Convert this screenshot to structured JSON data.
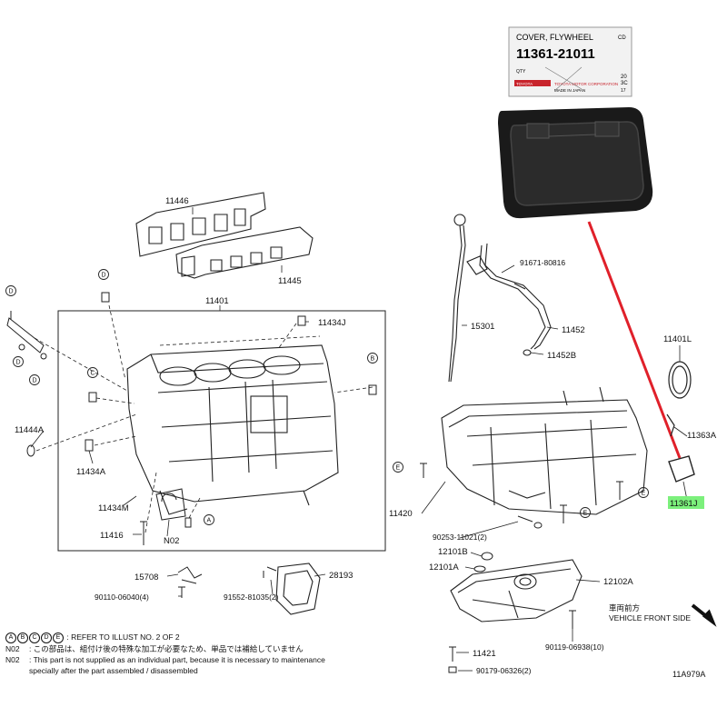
{
  "parts": [
    {
      "id": "p-11446",
      "num": "11446"
    },
    {
      "id": "p-11445",
      "num": "11445"
    },
    {
      "id": "p-11401",
      "num": "11401"
    },
    {
      "id": "p-11434j",
      "num": "11434J"
    },
    {
      "id": "p-11444a",
      "num": "11444A"
    },
    {
      "id": "p-11434a",
      "num": "11434A"
    },
    {
      "id": "p-11434m",
      "num": "11434M"
    },
    {
      "id": "p-11416",
      "num": "11416"
    },
    {
      "id": "p-n02",
      "num": "N02"
    },
    {
      "id": "p-15708",
      "num": "15708"
    },
    {
      "id": "p-90110",
      "num": "90110-06040(4)"
    },
    {
      "id": "p-91552",
      "num": "91552-81035(2)"
    },
    {
      "id": "p-28193",
      "num": "28193"
    },
    {
      "id": "p-91671",
      "num": "91671-80816"
    },
    {
      "id": "p-15301",
      "num": "15301"
    },
    {
      "id": "p-11452",
      "num": "11452"
    },
    {
      "id": "p-11452b",
      "num": "11452B"
    },
    {
      "id": "p-11401l",
      "num": "11401L"
    },
    {
      "id": "p-11363a",
      "num": "11363A"
    },
    {
      "id": "p-11361j",
      "num": "11361J"
    },
    {
      "id": "p-11420",
      "num": "11420"
    },
    {
      "id": "p-90253",
      "num": "90253-11021(2)"
    },
    {
      "id": "p-12101b",
      "num": "12101B"
    },
    {
      "id": "p-12101a",
      "num": "12101A"
    },
    {
      "id": "p-12102a",
      "num": "12102A"
    },
    {
      "id": "p-90119",
      "num": "90119-06938(10)"
    },
    {
      "id": "p-11421",
      "num": "11421"
    },
    {
      "id": "p-90179",
      "num": "90179-06326(2)"
    }
  ],
  "refs": {
    "a": "A",
    "b": "B",
    "c": "C",
    "d": "D",
    "e": "E"
  },
  "label": {
    "name": "COVER, FLYWHEEL",
    "code": "CD",
    "number": "11361-21011",
    "qty": "QTY",
    "maker": "TOYOTA MOTOR CORPORATION",
    "brand": "TOYOTA",
    "origin": "MADE IN JAPAN",
    "lot1": "20",
    "lot2": "3C",
    "lot3": "17"
  },
  "front": {
    "jp": "車両前方",
    "en": "VEHICLE FRONT SIDE"
  },
  "notes": {
    "refer_letters": [
      "A",
      "B",
      "C",
      "D",
      "E"
    ],
    "refer_text": ": REFER TO ILLUST NO. 2 OF 2",
    "n02_label": "N02",
    "n02_jp": ": この部品は、組付け後の特殊な加工が必要なため、単品では補給していません",
    "n02_en_1": ": This part is not supplied as an individual part, because it is necessary to maintenance",
    "n02_en_2": "specially after the part assembled / disassembled"
  },
  "figure_id": "11A979A",
  "colors": {
    "highlight": "#7cf07c",
    "pointer": "#e0202a",
    "ink": "#222222"
  }
}
